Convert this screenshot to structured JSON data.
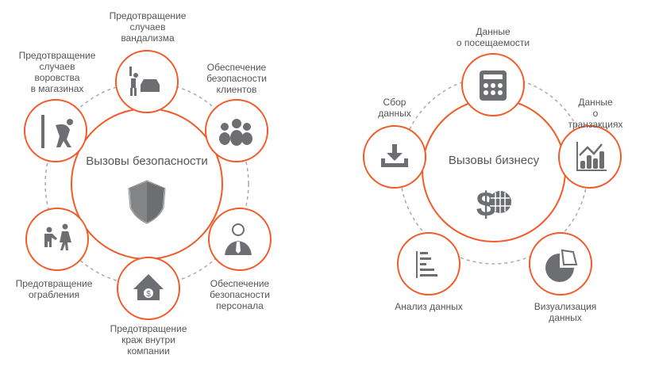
{
  "colors": {
    "accent": "#f15a29",
    "icon": "#6d6e71",
    "dash": "#aaaaaa",
    "text": "#555555"
  },
  "security": {
    "title": "Вызовы безопасности",
    "center_icon": "shield-icon",
    "items": [
      {
        "label": "Предотвращение\nслучаев\nвандализма",
        "icon": "vandal-car-icon"
      },
      {
        "label": "Предотвращение\nслучаев\nворовства\nв магазинах",
        "icon": "thief-icon"
      },
      {
        "label": "Обеспечение\nбезопасности\nклиентов",
        "icon": "people-group-icon"
      },
      {
        "label": "Предотвращение\nограбления",
        "icon": "robbery-icon"
      },
      {
        "label": "Обеспечение\nбезопасности\nперсонала",
        "icon": "businessman-icon"
      },
      {
        "label": "Предотвращение\nкраж внутри\nкомпании",
        "icon": "house-dollar-icon"
      }
    ]
  },
  "business": {
    "title": "Вызовы бизнесу",
    "center_icon": "dollar-globe-icon",
    "items": [
      {
        "label": "Данные\nо посещаемости",
        "icon": "calculator-icon"
      },
      {
        "label": "Сбор\nданных",
        "icon": "download-icon"
      },
      {
        "label": "Данные\nо транзакциях",
        "icon": "growth-chart-icon"
      },
      {
        "label": "Анализ данных",
        "icon": "bar-list-icon"
      },
      {
        "label": "Визуализация данных",
        "icon": "pie-chart-icon"
      }
    ]
  }
}
